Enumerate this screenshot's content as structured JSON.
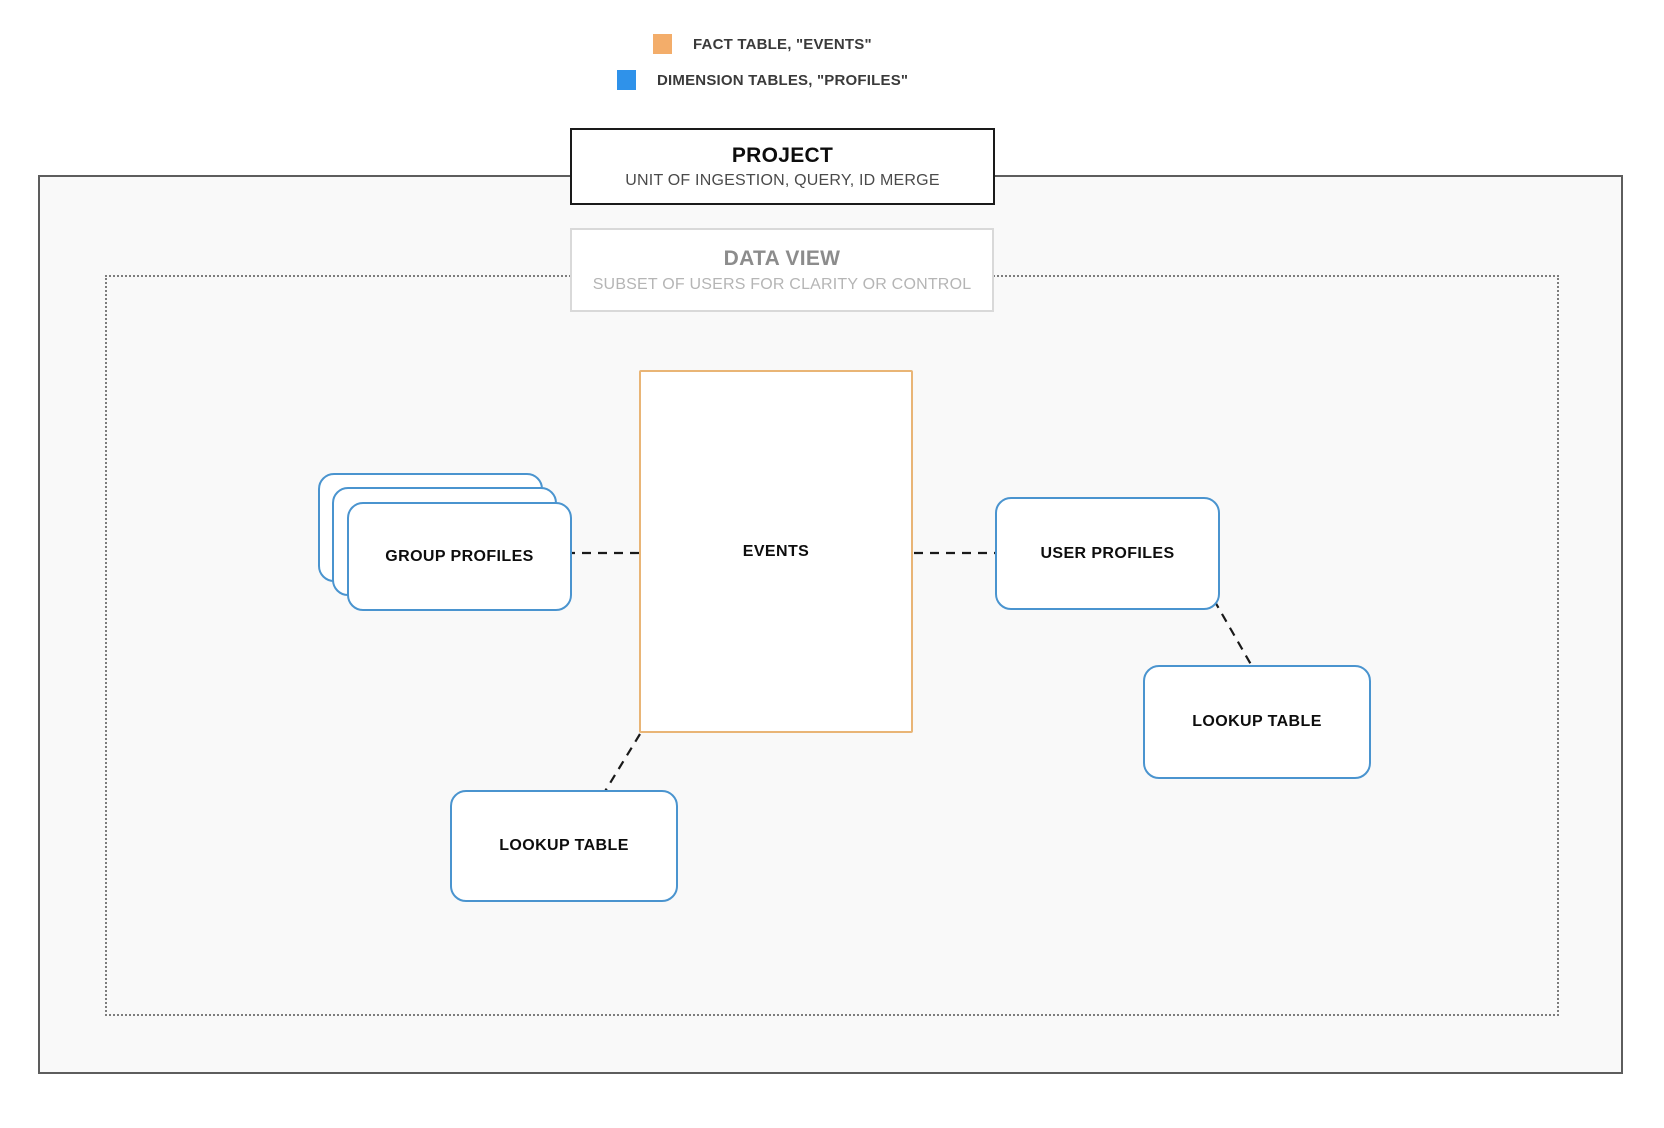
{
  "legend": {
    "items": [
      {
        "label": "FACT TABLE, \"EVENTS\"",
        "color": "#f3ad6a",
        "swatch_icon": "square-swatch-icon"
      },
      {
        "label": "DIMENSION TABLES, \"PROFILES\"",
        "color": "#2f92ea",
        "swatch_icon": "square-swatch-icon"
      }
    ]
  },
  "project": {
    "title": "PROJECT",
    "subtitle": "UNIT OF INGESTION, QUERY, ID MERGE",
    "border_color": "#1a1a1a",
    "frame_fill": "#f9f9f9"
  },
  "data_view": {
    "title": "DATA VIEW",
    "subtitle": "SUBSET OF USERS FOR CLARITY OR CONTROL",
    "border_color": "#d9d9d9",
    "frame_border_style": "dotted"
  },
  "nodes": {
    "events": {
      "label": "EVENTS",
      "color": "#e9b576",
      "kind": "fact-table"
    },
    "group_profiles": {
      "label": "GROUP PROFILES",
      "color": "#4a94cf",
      "kind": "dimension-table-stack",
      "card_count": 3
    },
    "user_profiles": {
      "label": "USER PROFILES",
      "color": "#4a94cf",
      "kind": "dimension-table"
    },
    "lookup_table_left": {
      "label": "LOOKUP TABLE",
      "color": "#4a94cf",
      "kind": "dimension-table"
    },
    "lookup_table_right": {
      "label": "LOOKUP TABLE",
      "color": "#4a94cf",
      "kind": "dimension-table"
    }
  },
  "connectors": [
    {
      "from": "group_profiles",
      "to": "events",
      "style": "dashed"
    },
    {
      "from": "events",
      "to": "user_profiles",
      "style": "dashed"
    },
    {
      "from": "user_profiles",
      "to": "lookup_table_right",
      "style": "dashed"
    },
    {
      "from": "events",
      "to": "lookup_table_left",
      "style": "dashed"
    }
  ]
}
